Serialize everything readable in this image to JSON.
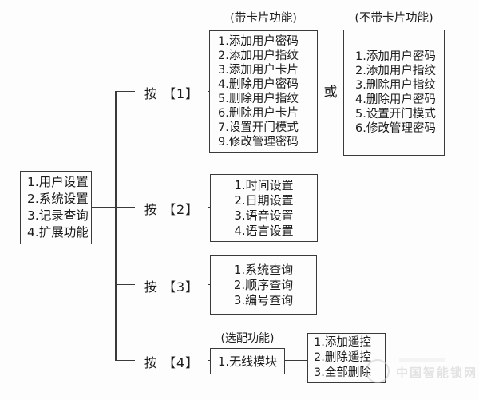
{
  "theme": {
    "background": "#fdfdfd",
    "line_color": "#3a3a3a",
    "text_color": "#1c1c1c",
    "watermark_color": "#cccccc"
  },
  "root_menu": {
    "items": [
      "1.用户设置",
      "2.系统设置",
      "3.记录查询",
      "4.扩展功能"
    ]
  },
  "branch1": {
    "key_label": "按 【1】",
    "card_box": {
      "title": "(带卡片功能)",
      "items": [
        "1.添加用户密码",
        "2.添加用户指纹",
        "3.添加用户卡片",
        "4.删除用户密码",
        "5.删除用户指纹",
        "6.删除用户卡片",
        "7.设置开门模式",
        "9.修改管理密码"
      ]
    },
    "or_label": "或",
    "no_card_box": {
      "title": "(不带卡片功能)",
      "items": [
        "1.添加用户密码",
        "2.添加用户指纹",
        "3.删除用户指纹",
        "4.删除用户密码",
        "5.设置开门模式",
        "6.修改管理密码"
      ]
    }
  },
  "branch2": {
    "key_label": "按 【2】",
    "box": {
      "items": [
        "1.时间设置",
        "2.日期设置",
        "3.语音设置",
        "4.语言设置"
      ]
    }
  },
  "branch3": {
    "key_label": "按 【3】",
    "box": {
      "items": [
        "1.系统查询",
        "2.顺序查询",
        "3.编号查询"
      ]
    }
  },
  "branch4": {
    "key_label": "按 【4】",
    "optional_label": "(选配功能)",
    "module_box": {
      "items": [
        "1.无线模块"
      ]
    },
    "remote_box": {
      "items": [
        "1.添加遥控",
        "2.删除遥控",
        "3.全部删除"
      ]
    }
  },
  "watermark": {
    "text": "中国智能锁网"
  }
}
